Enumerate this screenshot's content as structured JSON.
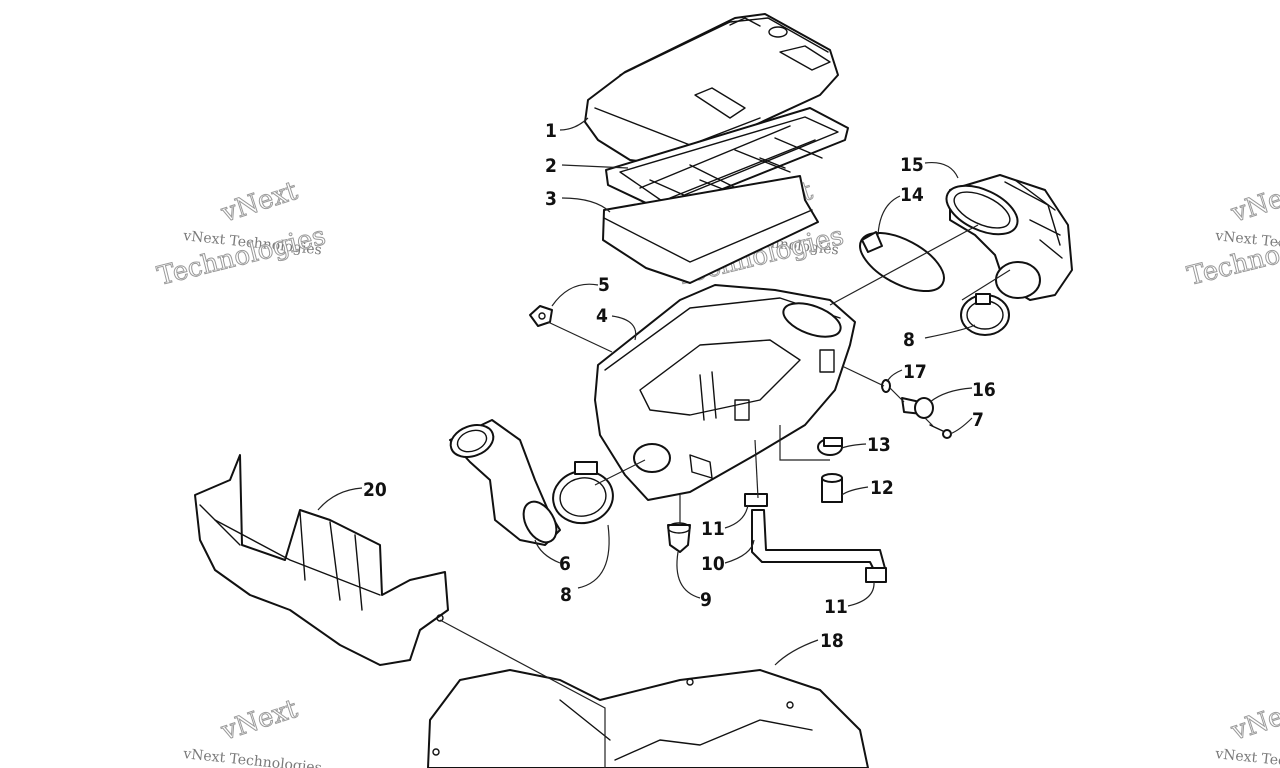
{
  "watermark": {
    "brand": "vNext",
    "line": "vNext Technologies",
    "word": "Technologies"
  },
  "callouts": [
    {
      "id": "c1",
      "label": "1"
    },
    {
      "id": "c2",
      "label": "2"
    },
    {
      "id": "c3",
      "label": "3"
    },
    {
      "id": "c4",
      "label": "4"
    },
    {
      "id": "c5",
      "label": "5"
    },
    {
      "id": "c6",
      "label": "6"
    },
    {
      "id": "c7",
      "label": "7"
    },
    {
      "id": "c8a",
      "label": "8"
    },
    {
      "id": "c8b",
      "label": "8"
    },
    {
      "id": "c9",
      "label": "9"
    },
    {
      "id": "c10",
      "label": "10"
    },
    {
      "id": "c11a",
      "label": "11"
    },
    {
      "id": "c11b",
      "label": "11"
    },
    {
      "id": "c12",
      "label": "12"
    },
    {
      "id": "c13",
      "label": "13"
    },
    {
      "id": "c14",
      "label": "14"
    },
    {
      "id": "c15",
      "label": "15"
    },
    {
      "id": "c16",
      "label": "16"
    },
    {
      "id": "c17",
      "label": "17"
    },
    {
      "id": "c18",
      "label": "18"
    },
    {
      "id": "c20",
      "label": "20"
    }
  ]
}
